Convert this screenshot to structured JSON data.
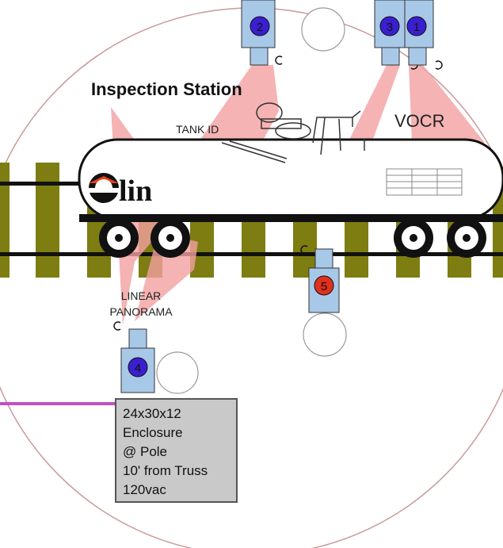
{
  "title": "Inspection Station",
  "labels": {
    "tank_id": "TANK ID",
    "vocr": "VOCR",
    "linear": "LINEAR",
    "panorama": "PANORAMA",
    "logo_text": "lin"
  },
  "cameras": [
    {
      "id": "cam-1",
      "number": "1"
    },
    {
      "id": "cam-2",
      "number": "2"
    },
    {
      "id": "cam-3",
      "number": "3"
    },
    {
      "id": "cam-4",
      "number": "4"
    },
    {
      "id": "cam-5",
      "number": "5"
    }
  ],
  "enclosure": {
    "lines": [
      "24x30x12",
      "Enclosure",
      "@ Pole",
      "10' from Truss",
      "120vac"
    ]
  },
  "colors": {
    "beam": "#f2a0a0",
    "camera_body": "#a8c8e8",
    "camera_lens_blue": "#3a1fd0",
    "camera_lens_red": "#e0301e",
    "tie": "#7d7d12",
    "rail": "#111111",
    "circle_outline": "#c99b9b",
    "cable": "#c44fc4",
    "enclosure_fill": "#c9c9c9"
  }
}
